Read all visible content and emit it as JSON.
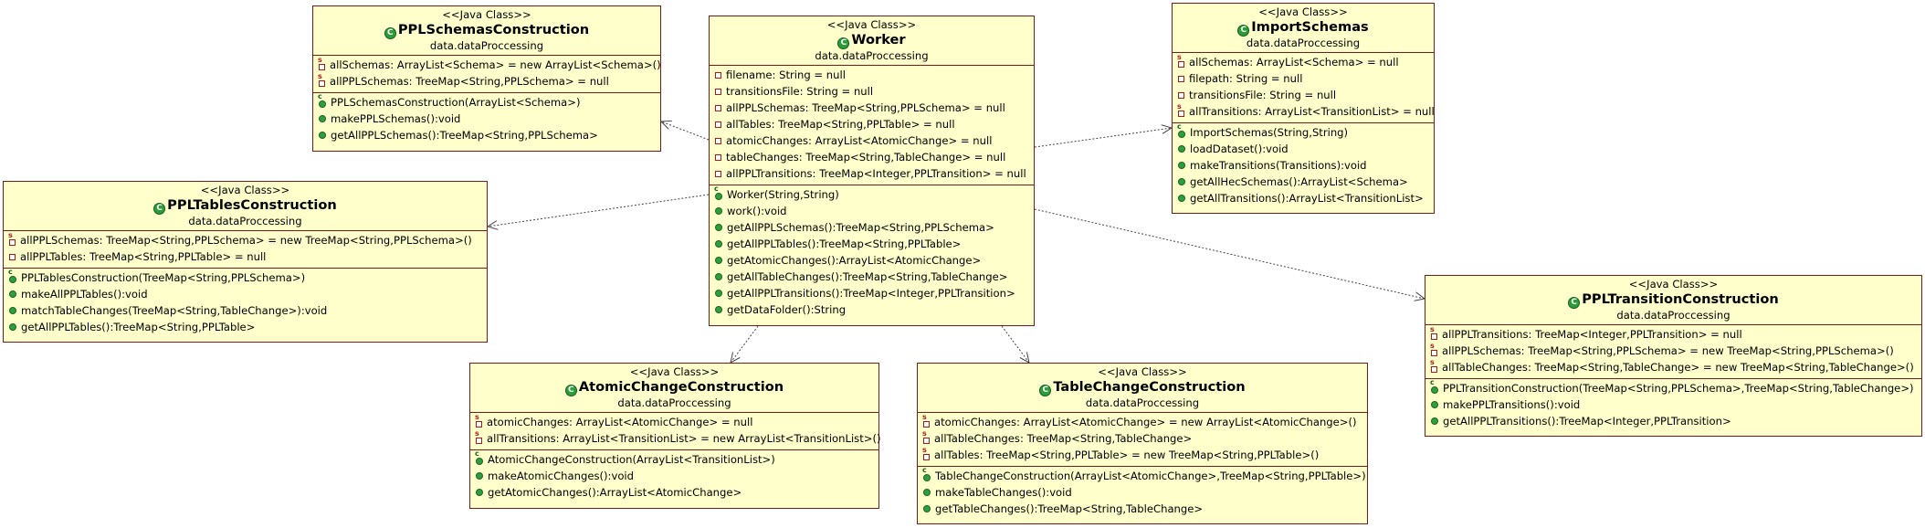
{
  "classes": {
    "worker": {
      "stereotype": "<<Java Class>>",
      "name": "Worker",
      "package": "data.dataProccessing",
      "attributes": [
        "filename: String = null",
        "transitionsFile: String = null",
        "allPPLSchemas: TreeMap<String,PPLSchema> = null",
        "allTables: TreeMap<String,PPLTable> = null",
        "atomicChanges: ArrayList<AtomicChange> = null",
        "tableChanges: TreeMap<String,TableChange> = null",
        "allPPLTransitions: TreeMap<Integer,PPLTransition> = null"
      ],
      "operations": [
        "Worker(String,String)",
        "work():void",
        "getAllPPLSchemas():TreeMap<String,PPLSchema>",
        "getAllPPLTables():TreeMap<String,PPLTable>",
        "getAtomicChanges():ArrayList<AtomicChange>",
        "getAllTableChanges():TreeMap<String,TableChange>",
        "getAllPPLTransitions():TreeMap<Integer,PPLTransition>",
        "getDataFolder():String"
      ]
    },
    "ppl_schemas_construction": {
      "stereotype": "<<Java Class>>",
      "name": "PPLSchemasConstruction",
      "package": "data.dataProccessing",
      "attributes": [
        "allSchemas: ArrayList<Schema> = new ArrayList<Schema>()",
        "allPPLSchemas: TreeMap<String,PPLSchema> = null"
      ],
      "operations": [
        "PPLSchemasConstruction(ArrayList<Schema>)",
        "makePPLSchemas():void",
        "getAllPPLSchemas():TreeMap<String,PPLSchema>"
      ]
    },
    "import_schemas": {
      "stereotype": "<<Java Class>>",
      "name": "ImportSchemas",
      "package": "data.dataProccessing",
      "attributes": [
        "allSchemas: ArrayList<Schema> = null",
        "filepath: String = null",
        "transitionsFile: String = null",
        "allTransitions: ArrayList<TransitionList> = null"
      ],
      "operations": [
        "ImportSchemas(String,String)",
        "loadDataset():void",
        "makeTransitions(Transitions):void",
        "getAllHecSchemas():ArrayList<Schema>",
        "getAllTransitions():ArrayList<TransitionList>"
      ]
    },
    "ppl_tables_construction": {
      "stereotype": "<<Java Class>>",
      "name": "PPLTablesConstruction",
      "package": "data.dataProccessing",
      "attributes": [
        "allPPLSchemas: TreeMap<String,PPLSchema> = new TreeMap<String,PPLSchema>()",
        "allPPLTables: TreeMap<String,PPLTable> = null"
      ],
      "operations": [
        "PPLTablesConstruction(TreeMap<String,PPLSchema>)",
        "makeAllPPLTables():void",
        "matchTableChanges(TreeMap<String,TableChange>):void",
        "getAllPPLTables():TreeMap<String,PPLTable>"
      ]
    },
    "ppl_transition_construction": {
      "stereotype": "<<Java Class>>",
      "name": "PPLTransitionConstruction",
      "package": "data.dataProccessing",
      "attributes": [
        "allPPLTransitions: TreeMap<Integer,PPLTransition> = null",
        "allPPLSchemas: TreeMap<String,PPLSchema> = new TreeMap<String,PPLSchema>()",
        "allTableChanges: TreeMap<String,TableChange> = new  TreeMap<String,TableChange>()"
      ],
      "operations": [
        "PPLTransitionConstruction(TreeMap<String,PPLSchema>,TreeMap<String,TableChange>)",
        "makePPLTransitions():void",
        "getAllPPLTransitions():TreeMap<Integer,PPLTransition>"
      ]
    },
    "atomic_change_construction": {
      "stereotype": "<<Java Class>>",
      "name": "AtomicChangeConstruction",
      "package": "data.dataProccessing",
      "attributes": [
        "atomicChanges: ArrayList<AtomicChange> = null",
        "allTransitions: ArrayList<TransitionList> = new ArrayList<TransitionList>()"
      ],
      "operations": [
        "AtomicChangeConstruction(ArrayList<TransitionList>)",
        "makeAtomicChanges():void",
        "getAtomicChanges():ArrayList<AtomicChange>"
      ]
    },
    "table_change_construction": {
      "stereotype": "<<Java Class>>",
      "name": "TableChangeConstruction",
      "package": "data.dataProccessing",
      "attributes": [
        "atomicChanges: ArrayList<AtomicChange> = new ArrayList<AtomicChange>()",
        "allTableChanges: TreeMap<String,TableChange>",
        "allTables: TreeMap<String,PPLTable> = new TreeMap<String,PPLTable>()"
      ],
      "operations": [
        "TableChangeConstruction(ArrayList<AtomicChange>,TreeMap<String,PPLTable>)",
        "makeTableChanges():void",
        "getTableChanges():TreeMap<String,TableChange>"
      ]
    }
  },
  "class_icon": "class-c-icon",
  "colors": {
    "box_fill": "#ffffcc",
    "box_border": "#7a1a1a",
    "public": "#2f9e3f",
    "private": "#b01818",
    "edge": "#444444"
  }
}
